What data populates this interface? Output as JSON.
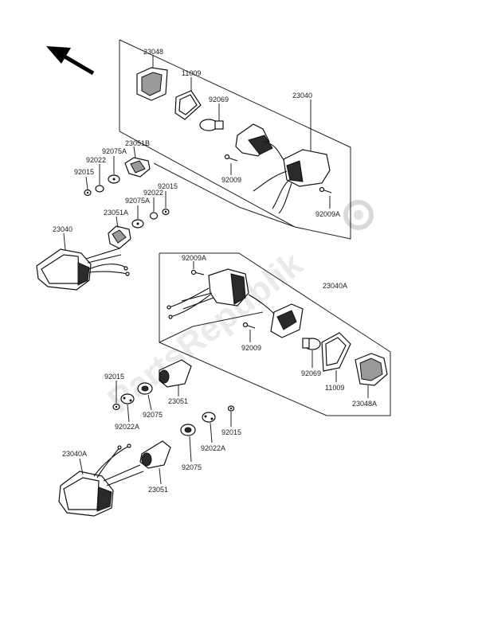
{
  "watermark": "PartsRepublik",
  "labels": {
    "p23048": "23048",
    "p11009_top": "11009",
    "p92069_top": "92069",
    "p23040_top": "23040",
    "p23051B": "23051B",
    "p92075A_top": "92075A",
    "p92022_top": "92022",
    "p92015_top": "92015",
    "p92009_top": "92009",
    "p92015_mid": "92015",
    "p92022_mid": "92022",
    "p92075A_mid": "92075A",
    "p23051A": "23051A",
    "p92009A_top": "92009A",
    "p23040_left": "23040",
    "p92009A_mid": "92009A",
    "p23040A_right": "23040A",
    "p92009_mid": "92009",
    "p92069_bot": "92069",
    "p11009_bot": "11009",
    "p23048A": "23048A",
    "p92015_low": "92015",
    "p23051_mid": "23051",
    "p92075_mid": "92075",
    "p92022A_low": "92022A",
    "p92015_right": "92015",
    "p92022A_right": "92022A",
    "p23040A_left": "23040A",
    "p92075_bot": "92075",
    "p23051_bot": "23051"
  }
}
